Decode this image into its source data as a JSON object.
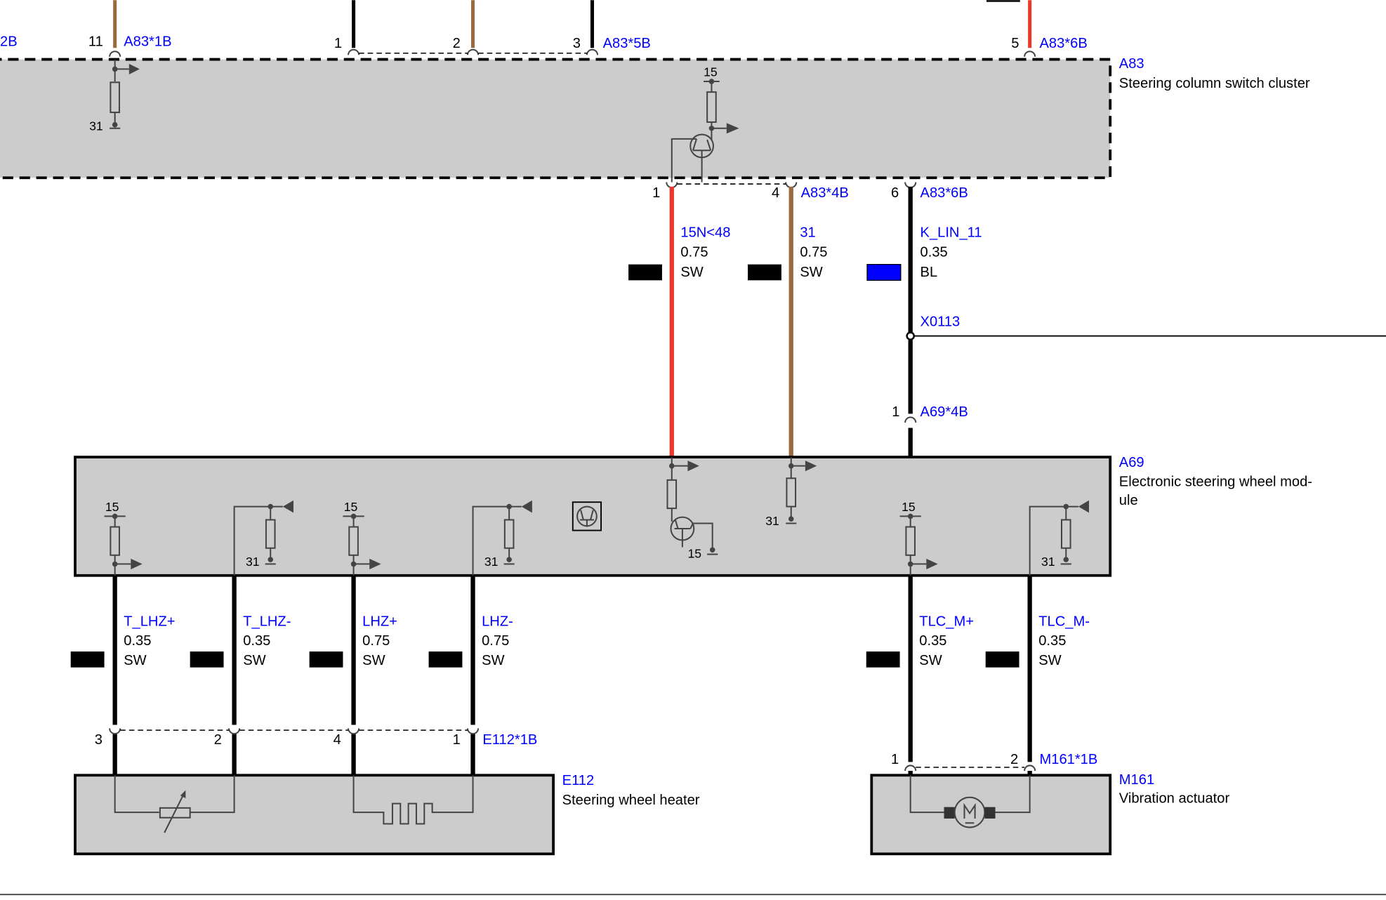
{
  "components": {
    "A83": {
      "id": "A83",
      "name": "Steering column switch cluster"
    },
    "A69": {
      "id": "A69",
      "name": "Electronic steering wheel mod-",
      "name2": "ule"
    },
    "E112": {
      "id": "E112",
      "name": "Steering wheel heater"
    },
    "M161": {
      "id": "M161",
      "name": "Vibration actuator"
    }
  },
  "connectors": {
    "left_partial": "2B",
    "a83_1b": "A83*1B",
    "a83_5b": "A83*5B",
    "a83_6b_top": "A83*6B",
    "a83_4b": "A83*4B",
    "a83_6b": "A83*6B",
    "x0113": "X0113",
    "a69_4b": "A69*4B",
    "e112_1b": "E112*1B",
    "m161_1b": "M161*1B"
  },
  "pins": {
    "top_11": "11",
    "top_1": "1",
    "top_2": "2",
    "top_3": "3",
    "top_5": "5",
    "mid_1": "1",
    "mid_4": "4",
    "mid_6": "6",
    "a69_1": "1",
    "e112_3": "3",
    "e112_2": "2",
    "e112_4": "4",
    "e112_1": "1",
    "m161_1": "1",
    "m161_2": "2"
  },
  "terminals": {
    "a83_31": "31",
    "a83_15": "15",
    "a69_15a": "15",
    "a69_31a": "31",
    "a69_15b": "15",
    "a69_31b": "31",
    "a69_15c": "15",
    "a69_31c": "31",
    "a69_15d": "15",
    "a69_31d": "31"
  },
  "wires": [
    {
      "signal": "15N<48",
      "gauge": "0.75",
      "color_code": "SW",
      "wire_color": "#e8392a",
      "swatch": "#000000"
    },
    {
      "signal": "31",
      "gauge": "0.75",
      "color_code": "SW",
      "wire_color": "#9a6a3f",
      "swatch": "#000000"
    },
    {
      "signal": "K_LIN_11",
      "gauge": "0.35",
      "color_code": "BL",
      "wire_color": "#000000",
      "swatch": "#0000ff"
    },
    {
      "signal": "T_LHZ+",
      "gauge": "0.35",
      "color_code": "SW",
      "wire_color": "#000000",
      "swatch": "#000000"
    },
    {
      "signal": "T_LHZ-",
      "gauge": "0.35",
      "color_code": "SW",
      "wire_color": "#000000",
      "swatch": "#000000"
    },
    {
      "signal": "LHZ+",
      "gauge": "0.75",
      "color_code": "SW",
      "wire_color": "#000000",
      "swatch": "#000000"
    },
    {
      "signal": "LHZ-",
      "gauge": "0.75",
      "color_code": "SW",
      "wire_color": "#000000",
      "swatch": "#000000"
    },
    {
      "signal": "TLC_M+",
      "gauge": "0.35",
      "color_code": "SW",
      "wire_color": "#000000",
      "swatch": "#000000"
    },
    {
      "signal": "TLC_M-",
      "gauge": "0.35",
      "color_code": "SW",
      "wire_color": "#000000",
      "swatch": "#000000"
    }
  ],
  "colors": {
    "label_blue": "#0000ff",
    "box_fill": "#cccccc",
    "red_wire": "#e8392a",
    "brown_wire": "#9a6a3f"
  }
}
